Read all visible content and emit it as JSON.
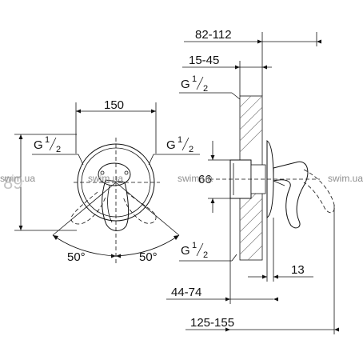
{
  "front_view": {
    "width_dim": "150",
    "inlet_left": "G",
    "inlet_right": "G",
    "thread_num": "1",
    "thread_den": "2",
    "angle_left": "50°",
    "angle_right": "50°",
    "height_dim": "89"
  },
  "side_view": {
    "depth_range": "82-112",
    "wall_range": "15-45",
    "inlet_top": "G",
    "inlet_bottom": "G",
    "thread_num": "1",
    "thread_den": "2",
    "height_dim": "66",
    "offset_dim": "13",
    "body_range": "44-74",
    "total_range": "125-155"
  },
  "watermarks": [
    "swim.ua",
    "swim.ua",
    "swim.ua",
    "swim.ua"
  ]
}
